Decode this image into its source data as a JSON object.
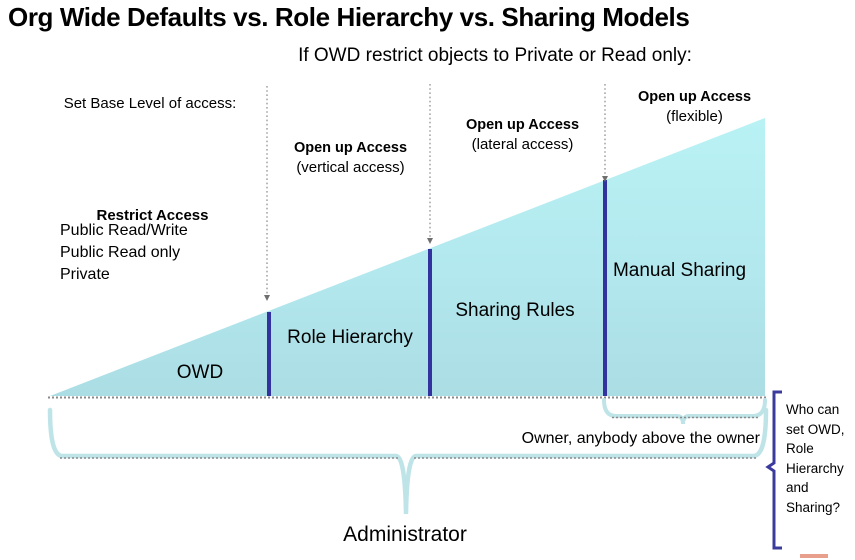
{
  "title": "Org Wide Defaults vs. Role Hierarchy vs. Sharing Models",
  "condition_note": "If OWD restrict objects to Private or Read only:",
  "left_panel": {
    "set_base_level": "Set Base Level of access:",
    "restrict_access": "Restrict Access",
    "levels": [
      "Public Read/Write",
      "Public Read only",
      "Private"
    ]
  },
  "callouts": [
    {
      "heading": "Open up Access",
      "subtext": "(vertical access)"
    },
    {
      "heading": "Open up Access",
      "subtext": "(lateral access)"
    },
    {
      "heading": "Open up Access",
      "subtext": "(flexible)"
    }
  ],
  "segments": [
    {
      "label": "OWD"
    },
    {
      "label": "Role Hierarchy"
    },
    {
      "label": "Sharing Rules"
    },
    {
      "label": "Manual Sharing"
    }
  ],
  "braces": {
    "owner_label": "Owner, anybody above the owner",
    "administrator_label": "Administrator",
    "who_can_set_label": "Who can set OWD, Role Hierarchy and Sharing?"
  },
  "colors": {
    "triangle_fill_top": "#b6f0f2",
    "triangle_fill_bottom": "#ace0e6",
    "divider": "#3333a0",
    "brace": "#b8e0e4",
    "bracket_purple": "#3b3b9e",
    "accent_salmon": "#e8a08c",
    "text": "#000000"
  }
}
